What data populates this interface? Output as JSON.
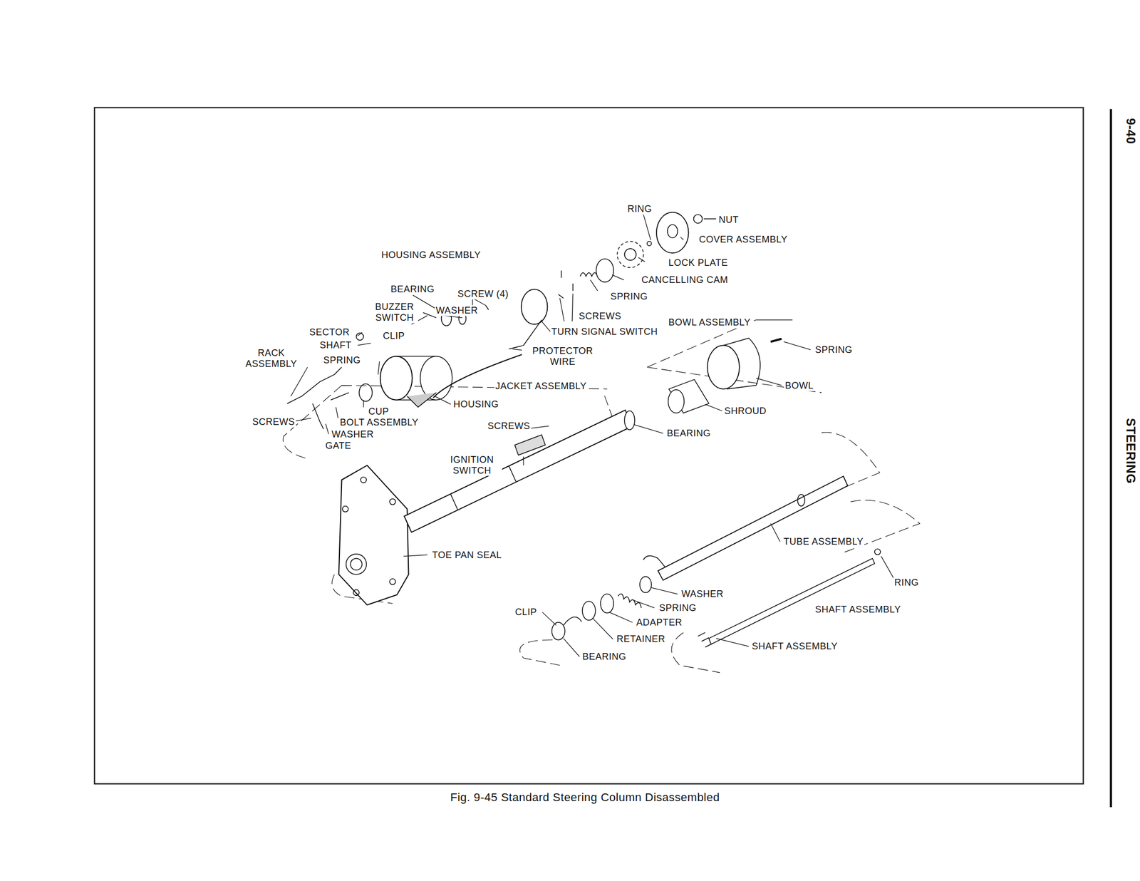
{
  "diagram": {
    "caption": "Fig. 9-45 Standard Steering Column Disassembled",
    "labels": [
      "9-40",
      "STEERING",
      "RING",
      "NUT",
      "COVER ASSEMBLY",
      "HOUSING ASSEMBLY",
      "LOCK PLATE",
      "CANCELLING CAM",
      "BEARING",
      "SCREW (4)",
      "SPRING",
      "BUZZER SWITCH",
      "WASHER",
      "SCREWS",
      "BOWL ASSEMBLY",
      "SECTOR",
      "TURN SIGNAL SWITCH",
      "CLIP",
      "SHAFT",
      "PROTECTOR WIRE",
      "SPRING",
      "RACK ASSEMBLY",
      "SPRING",
      "JACKET ASSEMBLY",
      "BOWL",
      "CUP",
      "HOUSING",
      "SHROUD",
      "SCREWS",
      "BOLT ASSEMBLY",
      "SCREWS",
      "BEARING",
      "WASHER",
      "GATE",
      "IGNITION SWITCH",
      "TOE PAN SEAL",
      "TUBE ASSEMBLY",
      "RING",
      "WASHER",
      "SPRING",
      "SHAFT ASSEMBLY",
      "CLIP",
      "ADAPTER",
      "RETAINER",
      "SHAFT ASSEMBLY",
      "BEARING"
    ]
  }
}
